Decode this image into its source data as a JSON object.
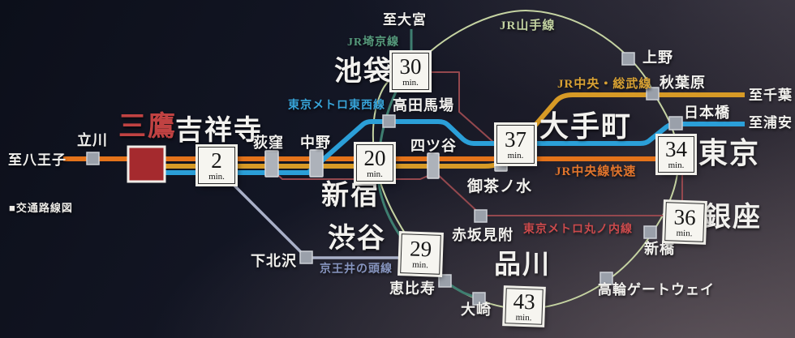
{
  "legend_label": "■交通路線図",
  "badge_unit": "min.",
  "stations": {
    "mitaka": "三鷹",
    "kichijoji": "吉祥寺",
    "tachikawa": "立川",
    "ogikubo": "荻窪",
    "nakano": "中野",
    "shinjuku": "新宿",
    "shibuya": "渋谷",
    "shimokitazawa": "下北沢",
    "ikebukuro": "池袋",
    "takadanobaba": "高田馬場",
    "yotsuya": "四ツ谷",
    "ochanomizu": "御茶ノ水",
    "akasakamitsuke": "赤坂見附",
    "shinagawa": "品川",
    "osaki": "大崎",
    "ebisu": "恵比寿",
    "takanawa_gateway": "高輪ゲートウェイ",
    "shimbashi": "新橋",
    "ueno": "上野",
    "akihabara": "秋葉原",
    "nihombashi": "日本橋",
    "tokyo": "東京",
    "ginza": "銀座",
    "otemachi": "大手町"
  },
  "destinations": {
    "hachioji": "至八王子",
    "omiya": "至大宮",
    "chiba": "至千葉",
    "urayasu": "至浦安"
  },
  "rail_lines": [
    {
      "id": "jr-chuo-rapid",
      "label": "JR中央線快速",
      "color": "#e4731a"
    },
    {
      "id": "jr-chuo-sobu",
      "label": "JR中央・総武線",
      "color": "#d79a26"
    },
    {
      "id": "tokyo-metro-tozai",
      "label": "東京メトロ東西線",
      "color": "#2b9fd8"
    },
    {
      "id": "tokyo-metro-marunouchi",
      "label": "東京メトロ丸ノ内線",
      "color": "#94484e"
    },
    {
      "id": "jr-yamanote",
      "label": "JR山手線",
      "color": "#c5d3a2"
    },
    {
      "id": "jr-saikyo",
      "label": "JR埼京線",
      "color": "#3e7e70"
    },
    {
      "id": "keio-inokashira",
      "label": "京王井の頭線",
      "color": "#a9b0c8"
    }
  ],
  "badges": [
    {
      "station": "吉祥寺",
      "min": "2"
    },
    {
      "station": "新宿",
      "min": "20"
    },
    {
      "station": "池袋",
      "min": "30"
    },
    {
      "station": "渋谷",
      "min": "29"
    },
    {
      "station": "大手町",
      "min": "37"
    },
    {
      "station": "東京",
      "min": "34"
    },
    {
      "station": "銀座",
      "min": "36"
    },
    {
      "station": "品川",
      "min": "43"
    }
  ]
}
